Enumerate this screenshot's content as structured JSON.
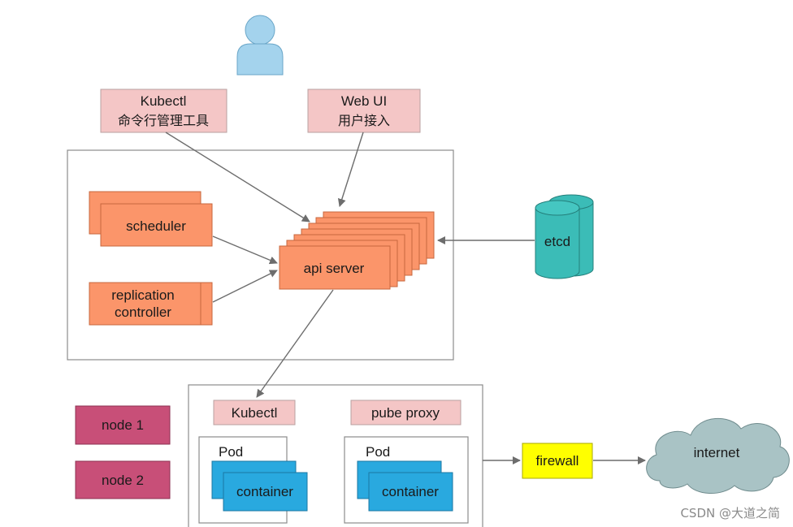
{
  "user": {
    "icon": "user-icon"
  },
  "kubectl_client": {
    "line1": "Kubectl",
    "line2": "命令行管理工具"
  },
  "web_ui": {
    "line1": "Web  UI",
    "line2": "用户接入"
  },
  "master": {
    "scheduler": "scheduler",
    "replication_line1": "replication",
    "replication_line2": "controller",
    "api_server": "api server"
  },
  "etcd": "etcd",
  "node": {
    "kubectl": "Kubectl",
    "proxy": "pube proxy",
    "pods": [
      {
        "label": "Pod",
        "container": "container"
      },
      {
        "label": "Pod",
        "container": "container"
      }
    ]
  },
  "node_labels": [
    "node 1",
    "node 2"
  ],
  "firewall": "firewall",
  "internet": "internet",
  "watermark": "CSDN @大道之简",
  "colors": {
    "pink_box": "#f4c6c6",
    "orange": "#fb956a",
    "teal": "#3bbcb7",
    "blue": "#29a9df",
    "plum": "#c84f78",
    "yellow": "#ffff00",
    "cloud": "#a9c3c5",
    "user": "#a4d3ed"
  }
}
